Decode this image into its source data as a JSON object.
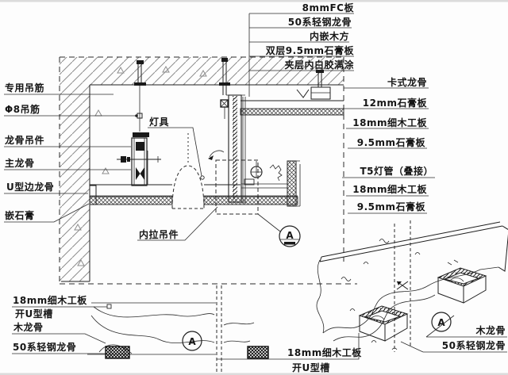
{
  "meta": {
    "title": "石膏板吊顶灯槽节点构造详图",
    "background": "#fdfdfd",
    "ink": "#1f1f1f",
    "hatch_color": "#8d8d8d"
  },
  "section": {
    "top_labels": [
      "8mmFC板",
      "50系轻钢龙骨",
      "内嵌木方",
      "双层9.5mm石膏板",
      "夹层内白胶满涂"
    ],
    "right_labels": [
      "卡式龙骨",
      "12mm石膏板",
      "18mm细木工板",
      "9.5mm石膏板",
      "T5灯管（叠接）",
      "18mm细木工板",
      "9.5mm石膏板"
    ],
    "left_labels": [
      "专用吊筋",
      "Φ8吊筋",
      "龙骨吊件",
      "主龙骨",
      "U型边龙骨",
      "嵌石膏"
    ],
    "inner_labels": {
      "light_fixture": "灯具",
      "inner_hanger": "内拉吊件"
    },
    "detail_marker": "A"
  },
  "plan": {
    "labels": [
      "18mm细木工板",
      "开U型槽",
      "木龙骨",
      "50系轻钢龙骨"
    ],
    "marker": "A"
  },
  "iso": {
    "labels_left": [
      "18mm细木工板",
      "开U型槽"
    ],
    "labels_right": [
      "木龙骨",
      "50系轻钢龙骨"
    ],
    "marker": "A"
  }
}
